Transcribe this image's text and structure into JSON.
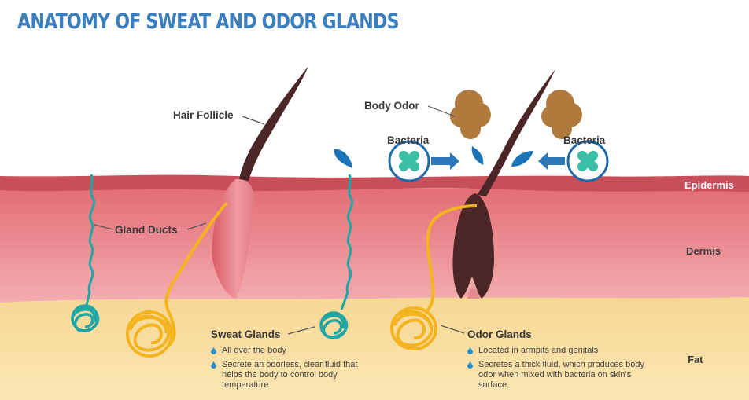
{
  "title": "ANATOMY OF SWEAT AND ODOR GLANDS",
  "labels": {
    "hair_follicle": "Hair Follicle",
    "gland_ducts": "Gland Ducts",
    "body_odor": "Body Odor",
    "bacteria_left": "Bacteria",
    "bacteria_right": "Bacteria"
  },
  "layers": {
    "epidermis": "Epidermis",
    "dermis": "Dermis",
    "fat": "Fat"
  },
  "sweat_glands": {
    "title": "Sweat Glands",
    "bullets": [
      "All over the body",
      "Secrete an odorless, clear fluid that helps the body to control body temperature"
    ]
  },
  "odor_glands": {
    "title": "Odor Glands",
    "bullets": [
      "Located in armpits and genitals",
      "Secretes a thick fluid, which produces body odor when mixed with bacteria on skin's surface"
    ]
  },
  "colors": {
    "title": "#3a7ebf",
    "epidermis": "#c9525c",
    "dermis": "#e68a8f",
    "fat": "#f8dc9c",
    "hair": "#4a2626",
    "sweat_duct": "#1fa6a6",
    "odor_duct": "#f4b41f",
    "droplet": "#1b74b8",
    "body_odor": "#b07a3f"
  },
  "icons": [
    "bacteria-icon",
    "arrow-icon",
    "sweat-drop-icon",
    "odor-cloud-icon"
  ]
}
